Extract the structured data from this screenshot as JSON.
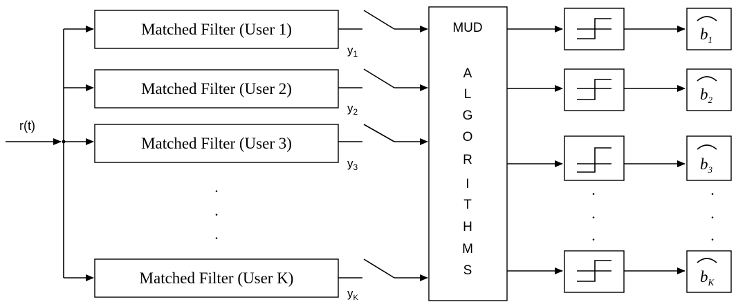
{
  "input_label": "r(t)",
  "filters": [
    {
      "label": "Matched Filter (User 1)",
      "output": "y",
      "output_sub": "1",
      "bit": "b",
      "bit_sub": "1"
    },
    {
      "label": "Matched Filter (User 2)",
      "output": "y",
      "output_sub": "2",
      "bit": "b",
      "bit_sub": "2"
    },
    {
      "label": "Matched Filter (User 3)",
      "output": "y",
      "output_sub": "3",
      "bit": "b",
      "bit_sub": "3"
    },
    {
      "label": "Matched Filter (User K)",
      "output": "y",
      "output_sub": "K",
      "bit": "b",
      "bit_sub": "K"
    }
  ],
  "mud_block": {
    "title": "MUD",
    "letters": [
      "A",
      "L",
      "G",
      "O",
      "R",
      "I",
      "T",
      "H",
      "M",
      "S"
    ]
  },
  "ellipsis": "."
}
